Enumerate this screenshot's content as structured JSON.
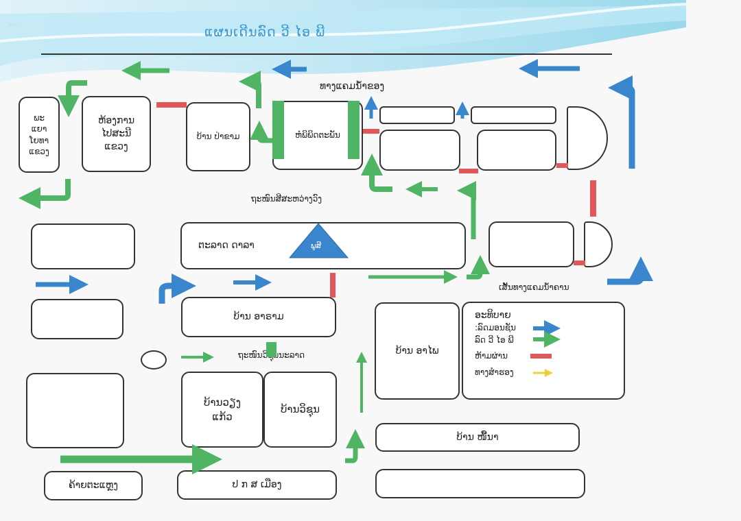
{
  "title": "ແຜນເດີນລົດ ວີ ໄອ ພີ",
  "header_mark": "· · · ·",
  "colors": {
    "blue": "#3a86cc",
    "green": "#4fb565",
    "red": "#e2585a",
    "yellow": "#f0d030",
    "title": "#3a98cf",
    "wave": "#7fd0ea"
  },
  "places": {
    "phaya_noi": "ພະ\nແຍາ\nໂຍທາ\nແຂວງ",
    "office": "ຫ້ອງການ\nໄປສະນີ\nແຂວງ",
    "ban_paxam": "ບ້ານ ປ່າຂາມ",
    "museum": "ຫໍພິພິດຕະພັນ",
    "talat_dala": "ຕະລາດ ດາລາ",
    "stupa": "ພູສີ",
    "ban_aram": "ບ້ານ ອາຣາມ",
    "ban_aphai": "ບ້ານ ອາໄພ",
    "ban_wiang_kaew": "ບ້ານວຽງ\nແກ້ວ",
    "ban_wisoun": "ບ້ານວິຊຸນ",
    "ban_phonma": "ບ້ານ ໜື້ນາ",
    "camp": "ຄ້າຍຕະແຫຼງ",
    "police": "ປ ກ ສ ເມືອງ"
  },
  "streets": {
    "riverside": "ທາງແຄມນ້ຳຂອງ",
    "sisavangvong": "ຖະໜົນສີສະຫວ່າງວົງ",
    "wisoun_road": "ຖະໜົນວິຊຸນນະລາດ",
    "khan_riverside": "ເສັ້ນທາງແຄມນ້ຳຄານ"
  },
  "legend": {
    "title": "ອະທິບາຍ",
    "items": [
      {
        "label": ":ລົດມອນຊັນ",
        "color": "blue",
        "type": "arrow"
      },
      {
        "label": "ລົດ ວີ ໄອ ພີ",
        "color": "green",
        "type": "arrow"
      },
      {
        "label": "ຫ້າມຜ່ານ",
        "color": "red",
        "type": "bar"
      },
      {
        "label": "ທາງສຳຮອງ",
        "color": "yellow",
        "type": "arrow"
      }
    ]
  }
}
